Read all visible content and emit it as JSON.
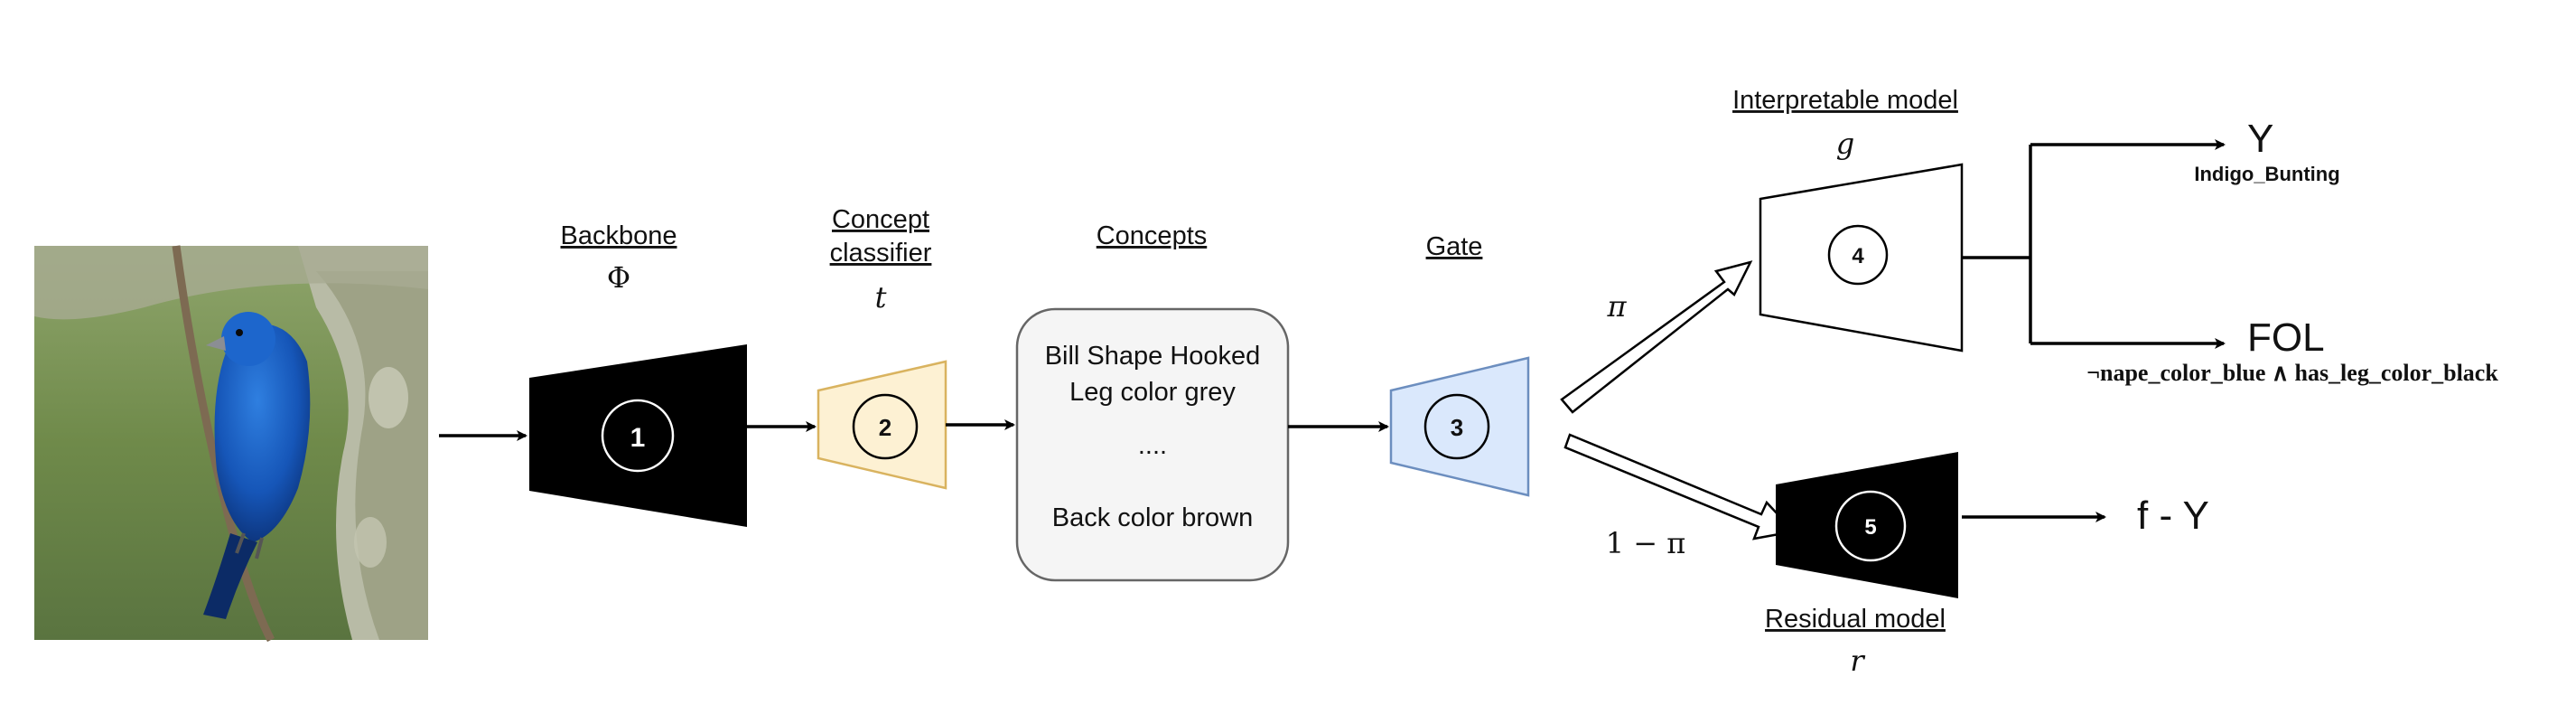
{
  "backbone": {
    "title": "Backbone",
    "symbol": "Φ",
    "number": "1"
  },
  "concept_classifier": {
    "title_line1": "Concept",
    "title_line2": "classifier",
    "symbol": "t",
    "number": "2"
  },
  "concepts": {
    "title": "Concepts",
    "items": [
      "Bill Shape Hooked",
      "Leg color grey",
      "....",
      "Back color brown"
    ]
  },
  "gate": {
    "title": "Gate",
    "number": "3"
  },
  "interpretable_model": {
    "title": "Interpretable model",
    "symbol": "g",
    "number": "4"
  },
  "residual_model": {
    "title": "Residual model",
    "symbol": "r",
    "number": "5"
  },
  "branches": {
    "pi": "π",
    "one_minus_pi": "1 − π"
  },
  "outputs": {
    "y": "Y",
    "y_label": "Indigo_Bunting",
    "fol": "FOL",
    "fol_expression": "¬nape_color_blue ∧ has_leg_color_black",
    "residual": "f - Y"
  },
  "colors": {
    "backbone_fill": "#000000",
    "classifier_fill": "#fdf1d3",
    "classifier_stroke": "#d9b35f",
    "concepts_fill": "#f5f5f5",
    "gate_fill": "#dae8fc",
    "gate_stroke": "#6c8ebf",
    "residual_fill": "#000000"
  }
}
